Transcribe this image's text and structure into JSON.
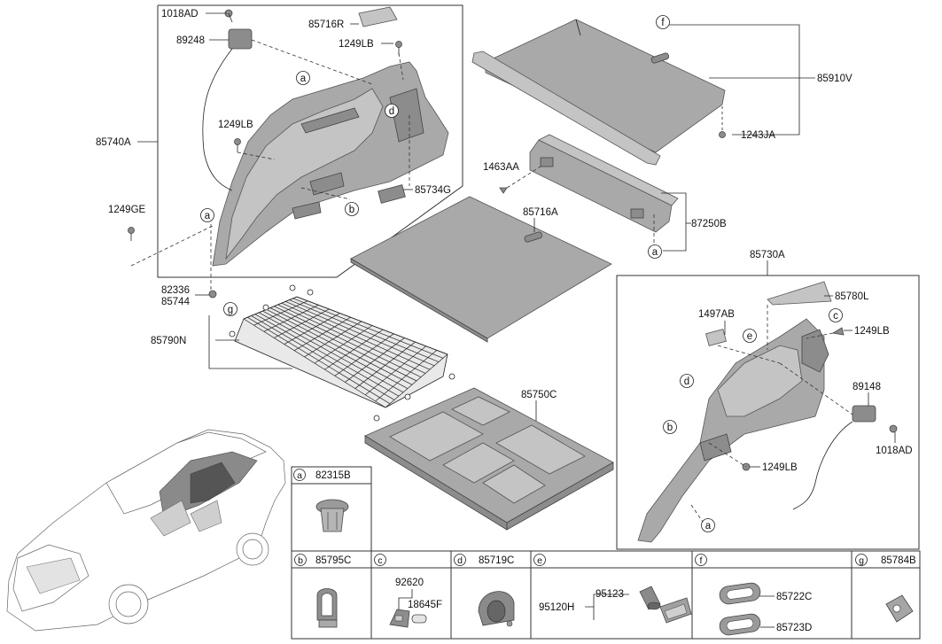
{
  "callouts": {
    "p1018AD_top": "1018AD",
    "p85716R": "85716R",
    "p89248": "89248",
    "p1249LB_top": "1249LB",
    "p1249LB_mid": "1249LB",
    "p85740A": "85740A",
    "p1249GE": "1249GE",
    "p85734G": "85734G",
    "p82336": "82336",
    "p85744": "85744",
    "p85790N": "85790N",
    "p85910V": "85910V",
    "p1243JA": "1243JA",
    "p1463AA": "1463AA",
    "p85716A": "85716A",
    "p87250B": "87250B",
    "p85730A": "85730A",
    "p85780L": "85780L",
    "p1497AB": "1497AB",
    "p1249LB_right": "1249LB",
    "p89148": "89148",
    "p1018AD_right": "1018AD",
    "p1249LB_low": "1249LB",
    "p85750C": "85750C"
  },
  "letters": {
    "a": "a",
    "b": "b",
    "c": "c",
    "d": "d",
    "e": "e",
    "f": "f",
    "g": "g"
  },
  "table": {
    "cells": [
      {
        "letter": "a",
        "part": "82315B"
      },
      {
        "letter": "b",
        "part": "85795C"
      },
      {
        "letter": "c",
        "part": ""
      },
      {
        "letter": "d",
        "part": "85719C"
      },
      {
        "letter": "e",
        "part": ""
      },
      {
        "letter": "f",
        "part": ""
      },
      {
        "letter": "g",
        "part": "85784B"
      }
    ],
    "c_parts": {
      "a": "92620",
      "b": "18645F"
    },
    "e_parts": {
      "a": "95123",
      "b": "95120H"
    },
    "f_parts": {
      "a": "85722C",
      "b": "85723D"
    }
  },
  "icons": {
    "clip": "push-clip-icon",
    "hook": "cargo-hook-icon",
    "lamp": "luggage-lamp-icon",
    "cover": "cover-clip-icon",
    "bulb": "bulb-socket-icon",
    "grommet": "grommet-ring-icon",
    "net_hook": "net-hook-icon"
  }
}
